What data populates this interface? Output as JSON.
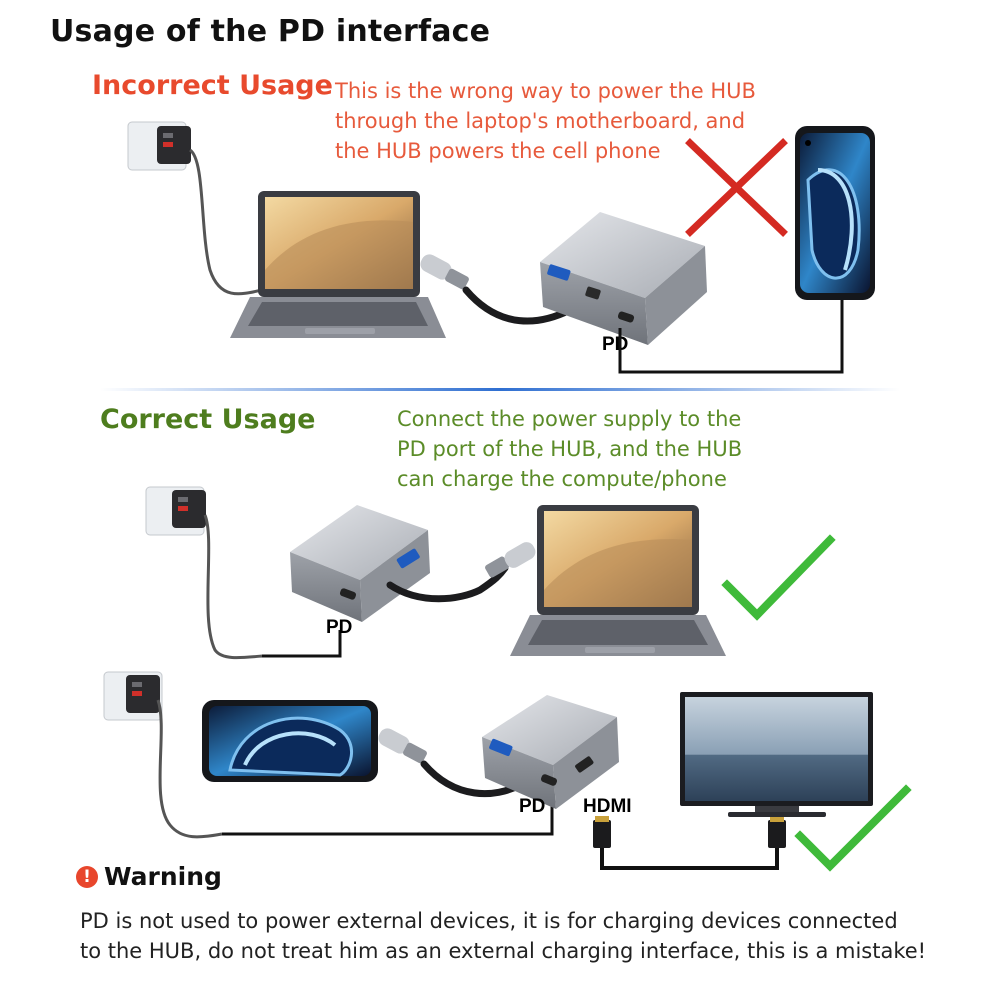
{
  "title": "Usage of the PD interface",
  "incorrect": {
    "heading": "Incorrect Usage",
    "description_lines": [
      "This is the wrong way to power the HUB",
      "through the laptop's motherboard, and",
      "the HUB powers the cell phone"
    ],
    "pd_label": "PD",
    "mark": "cross-icon",
    "mark_color": "#d42a22"
  },
  "correct": {
    "heading": "Correct Usage",
    "description_lines": [
      "Connect the power supply to the",
      "PD port of the HUB, and the HUB",
      "can charge the compute/phone"
    ],
    "scenario1_pd_label": "PD",
    "scenario2_pd_label": "PD",
    "scenario2_hdmi_label": "HDMI",
    "mark": "check-icon",
    "mark_color": "#3fba3a"
  },
  "warning": {
    "badge": "!",
    "title": "Warning",
    "text_lines": [
      "PD is not used to power external devices, it is for charging devices connected",
      "to the HUB, do not treat him as an external charging interface, this is a mistake!"
    ]
  },
  "colors": {
    "incorrect_heading": "#e84a2d",
    "correct_heading": "#4e7d1e",
    "divider": "#2f6fd1"
  }
}
